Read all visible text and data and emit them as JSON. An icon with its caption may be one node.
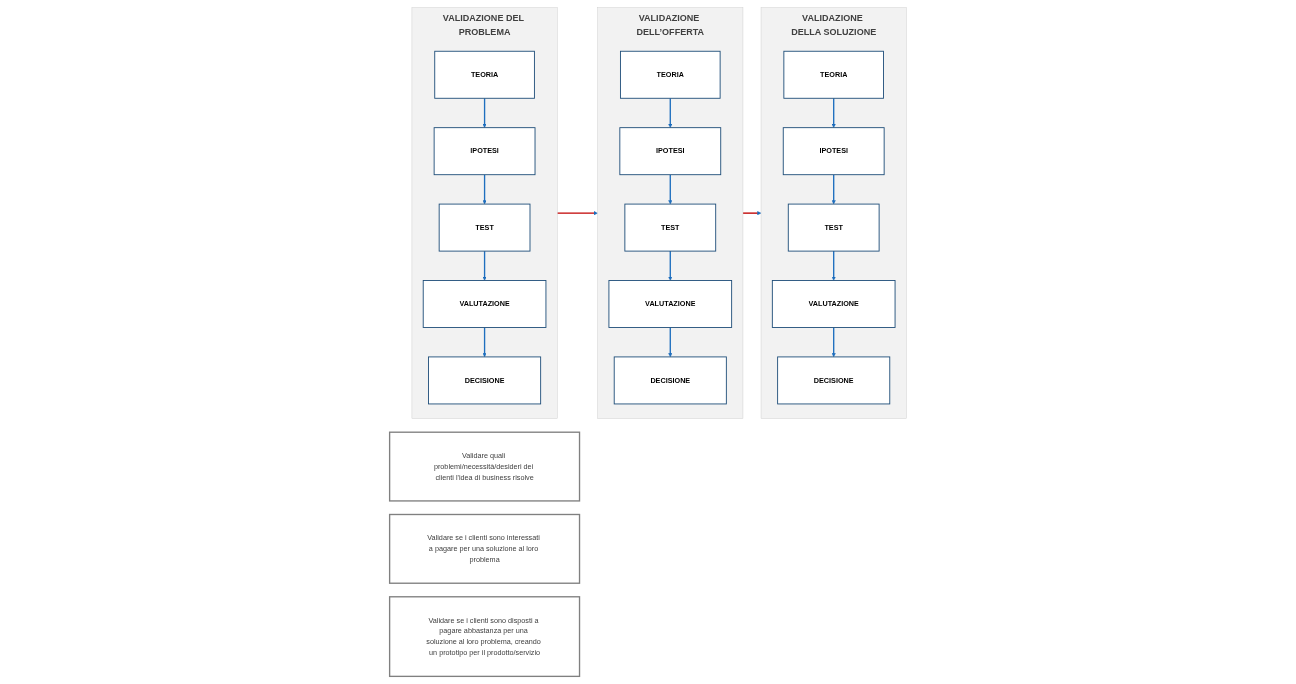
{
  "diagram": {
    "nodes": [
      {
        "text": [
          "VALIDAZIONE DEL PROBLEMA"
        ]
      },
      {
        "text": [
          "TEORIA"
        ],
        "in": 0
      },
      {
        "text": [
          "IPOTESI"
        ],
        "in": 0
      },
      {
        "text": [
          "TEST"
        ],
        "in": 0
      },
      {
        "text": [
          "VALUTAZIONE"
        ],
        "in": 0
      },
      {
        "text": [
          "DECISIONE"
        ],
        "in": 0
      },
      {
        "text": [
          "Validare quali problemi/necessità/desideri dei clienti l'idea di business risolve"
        ]
      },
      {
        "text": [
          "VALIDAZIONE DELL’OFFERTA"
        ]
      },
      {
        "text": [
          "TEORIA"
        ],
        "in": 7
      },
      {
        "text": [
          "IPOTESI"
        ],
        "in": 7
      },
      {
        "text": [
          "TEST"
        ],
        "in": 7
      },
      {
        "text": [
          "VALUTAZIONE"
        ],
        "in": 7
      },
      {
        "text": [
          "DECISIONE"
        ],
        "in": 7
      },
      {
        "text": [
          "Validare se i clienti sono interessati a pagare per una soluzione al loro problema"
        ]
      },
      {
        "text": [
          "VALIDAZIONE DELLA SOLUZIONE"
        ]
      },
      {
        "text": [
          "TEORIA"
        ],
        "in": 14
      },
      {
        "text": [
          "IPOTESI"
        ],
        "in": 14
      },
      {
        "text": [
          "TEST"
        ],
        "in": 14
      },
      {
        "text": [
          "VALUTAZIONE"
        ],
        "in": 14
      },
      {
        "text": [
          "DECISIONE"
        ],
        "in": 14
      },
      {
        "text": [
          "Validare se i clienti sono disposti a pagare abbastanza per una soluzione al loro problema, creando un prototipo per il prodotto/servizio"
        ]
      }
    ],
    "edges": [
      {
        "from": 1,
        "to": 2,
        "arrow": "to"
      },
      {
        "from": 2,
        "to": 3,
        "arrow": "to"
      },
      {
        "from": 3,
        "to": 4,
        "arrow": "to"
      },
      {
        "from": 4,
        "to": 5,
        "arrow": "to"
      },
      {
        "from": 8,
        "to": 9,
        "arrow": "to"
      },
      {
        "from": 9,
        "to": 10,
        "arrow": "to"
      },
      {
        "from": 10,
        "to": 11,
        "arrow": "to"
      },
      {
        "from": 11,
        "to": 12,
        "arrow": "to"
      },
      {
        "from": 15,
        "to": 16,
        "arrow": "to"
      },
      {
        "from": 16,
        "to": 17,
        "arrow": "to"
      },
      {
        "from": 17,
        "to": 18,
        "arrow": "to"
      },
      {
        "from": 18,
        "to": 19,
        "arrow": "to"
      },
      {
        "from": 0,
        "to": 7,
        "arrow": "to",
        "color": "#c00000"
      },
      {
        "from": 7,
        "to": 14,
        "arrow": "to",
        "color": "#c00000"
      }
    ]
  }
}
